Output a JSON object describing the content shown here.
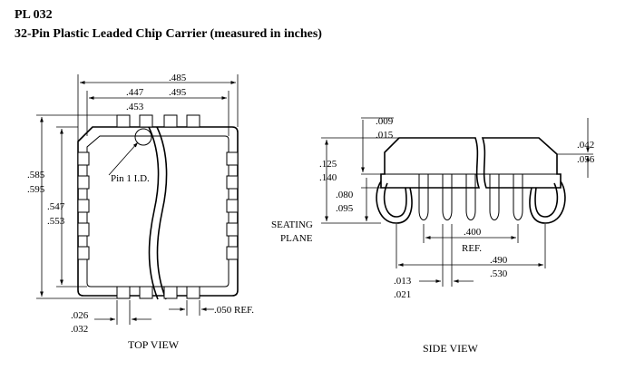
{
  "header": {
    "part_number": "PL 032",
    "subtitle": "32-Pin Plastic Leaded Chip Carrier (measured in inches)"
  },
  "top_view": {
    "caption": "TOP VIEW",
    "pin1_label": "Pin 1 I.D.",
    "dim_overall_width": ".485",
    "dim_overall_width_alt": ".495",
    "dim_body_width": ".447",
    "dim_body_width_alt": ".453",
    "dim_overall_height": ".585",
    "dim_overall_height_alt": ".595",
    "dim_body_height": ".547",
    "dim_body_height_alt": ".553",
    "dim_lead_width": ".026",
    "dim_lead_width_alt": ".032",
    "dim_pitch": ".050 REF."
  },
  "side_view": {
    "caption": "SIDE VIEW",
    "seating_plane_1": "SEATING",
    "seating_plane_2": "PLANE",
    "dim_a": ".009",
    "dim_a_alt": ".015",
    "dim_b": ".042",
    "dim_b_alt": ".056",
    "dim_c": ".125",
    "dim_c_alt": ".140",
    "dim_d": ".080",
    "dim_d_alt": ".095",
    "dim_e": ".400",
    "dim_e_ref": "REF.",
    "dim_f": ".490",
    "dim_f_alt": ".530",
    "dim_g": ".013",
    "dim_g_alt": ".021"
  }
}
